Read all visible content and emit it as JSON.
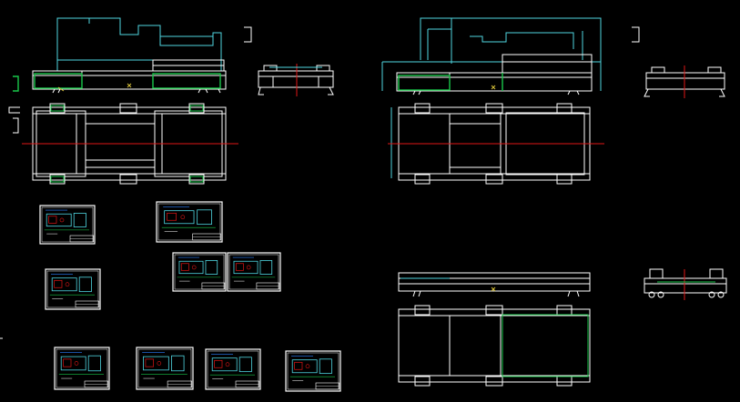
{
  "viewport": {
    "background": "#000000"
  },
  "colors": {
    "white": "#ffffff",
    "cyan": "#4fd6e0",
    "green": "#19c84a",
    "red": "#e01616",
    "yellow": "#d8c23a",
    "blue": "#2a7fff"
  },
  "drawing_sheets": [
    {
      "name": "sheet-thumb-1"
    },
    {
      "name": "sheet-thumb-2"
    },
    {
      "name": "sheet-thumb-3"
    },
    {
      "name": "sheet-thumb-4"
    },
    {
      "name": "sheet-thumb-5"
    },
    {
      "name": "sheet-thumb-6"
    },
    {
      "name": "sheet-thumb-7"
    },
    {
      "name": "sheet-thumb-8"
    },
    {
      "name": "sheet-thumb-9"
    }
  ]
}
